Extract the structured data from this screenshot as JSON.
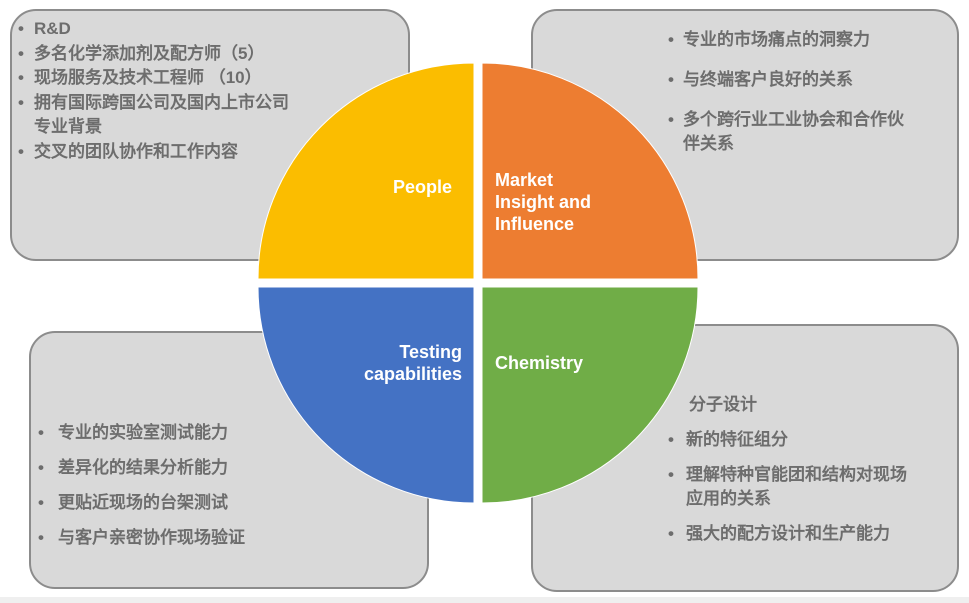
{
  "quadrants": {
    "people": {
      "label": "People",
      "color": "#fbbd00"
    },
    "market": {
      "label": "Market\nInsight and\nInfluence",
      "color": "#ed7d31"
    },
    "testing": {
      "label": "Testing\ncapabilities",
      "color": "#4472c4"
    },
    "chemistry": {
      "label": "Chemistry",
      "color": "#70ad47"
    }
  },
  "top_left": {
    "items": [
      "R&D",
      "多名化学添加剂及配方师（5）",
      "现场服务及技术工程师 （10）",
      "拥有国际跨国公司及国内上市公司",
      "专业背景",
      "交叉的团队协作和工作内容"
    ]
  },
  "top_right": {
    "items": [
      "专业的市场痛点的洞察力",
      "与终端客户良好的关系",
      "多个跨行业工业协会和合作伙",
      "伴关系"
    ]
  },
  "bottom_left": {
    "items": [
      "专业的实验室测试能力",
      "差异化的结果分析能力",
      "更贴近现场的台架测试",
      "与客户亲密协作现场验证"
    ]
  },
  "bottom_right": {
    "items": [
      "分子设计",
      "新的特征组分",
      "理解特种官能团和结构对现场",
      "应用的关系",
      "强大的配方设计和生产能力"
    ]
  },
  "colors": {
    "box_fill": "#d9d9d9",
    "box_border": "#8c8c8c",
    "text": "#6d6d6d"
  }
}
